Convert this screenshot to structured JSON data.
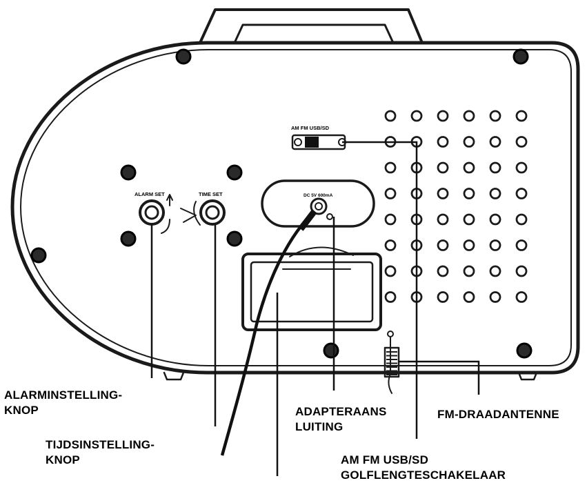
{
  "panel_labels": {
    "switch": "AM FM USB/SD",
    "alarm_set": "ALARM SET",
    "time_set": "TIME SET",
    "dc_input": "DC 5V 600mA"
  },
  "callouts": {
    "alarm_knob": [
      "ALARMINSTELLING-",
      "KNOP"
    ],
    "time_knob": [
      "TIJDSINSTELLING-",
      "KNOP"
    ],
    "adapter_jack": [
      "ADAPTERAANS",
      "LUITING"
    ],
    "fm_antenna": "FM-DRAADANTENNE",
    "band_switch": [
      "AM FM USB/SD",
      "GOLFLENGTESCHAKELAAR"
    ]
  }
}
